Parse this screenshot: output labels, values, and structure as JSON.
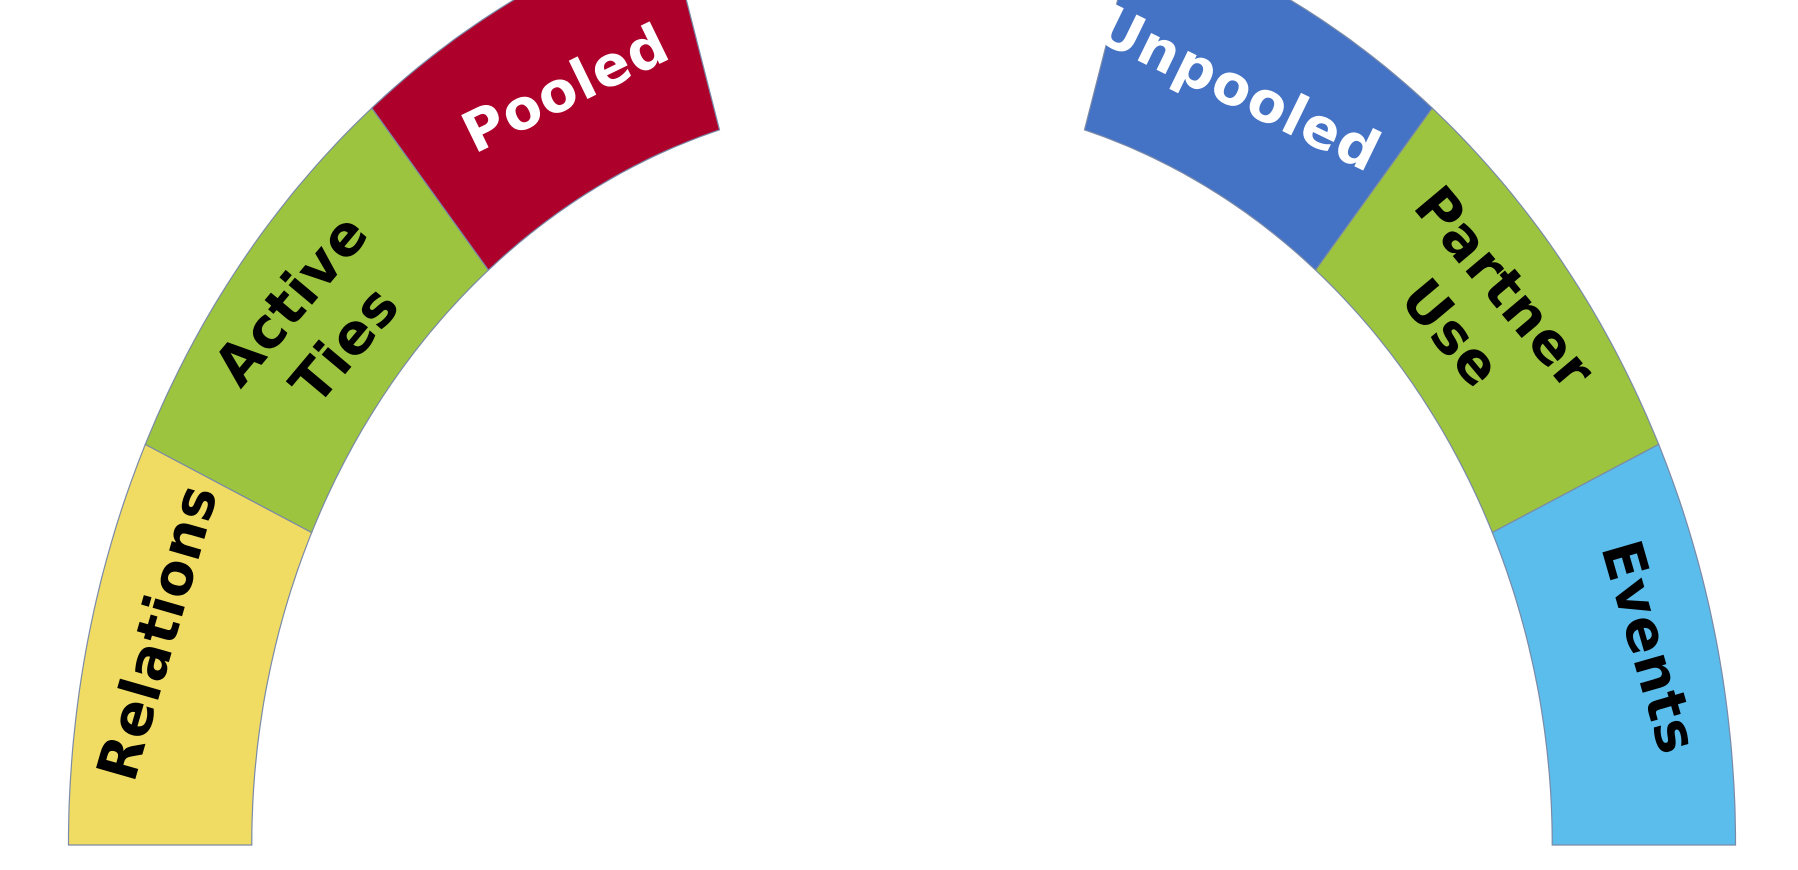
{
  "segments": [
    {
      "id": "relations",
      "label": [
        "Relations"
      ],
      "color": "#F0DC62",
      "text_color": "#000000"
    },
    {
      "id": "active-ties",
      "label": [
        "Active",
        "Ties"
      ],
      "color": "#9CC43E",
      "text_color": "#000000"
    },
    {
      "id": "pooled",
      "label": [
        "Pooled"
      ],
      "color": "#AD002B",
      "text_color": "#FFFFFF"
    },
    {
      "id": "unpooled",
      "label": [
        "Unpooled"
      ],
      "color": "#4472C4",
      "text_color": "#FFFFFF"
    },
    {
      "id": "partner-use",
      "label": [
        "Partner",
        "Use"
      ],
      "color": "#9CC43E",
      "text_color": "#000000"
    },
    {
      "id": "events",
      "label": [
        "Events"
      ],
      "color": "#5BBDEB",
      "text_color": "#000000"
    }
  ]
}
